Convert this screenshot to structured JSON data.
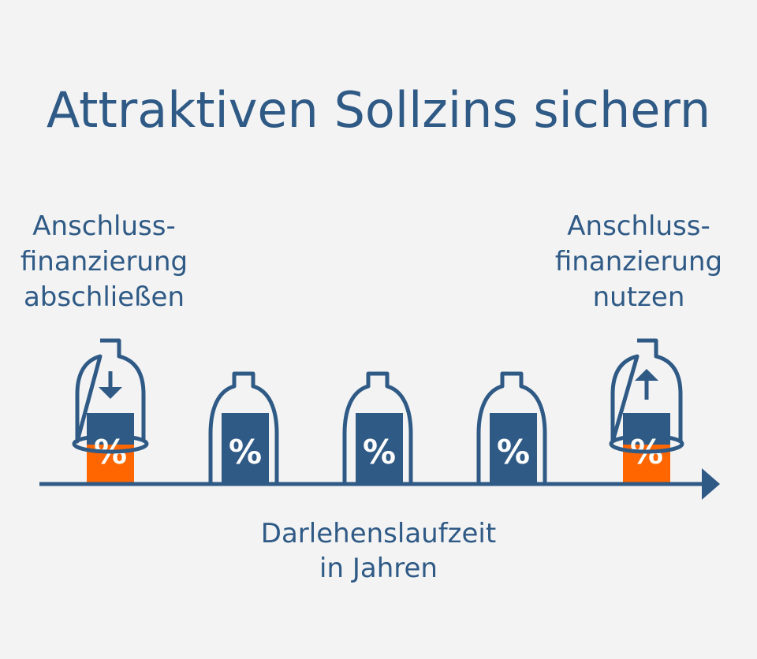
{
  "title": "Attraktiven Sollzins sichern",
  "left_label": [
    "Anschluss-",
    "finanzierung",
    "abschließen"
  ],
  "right_label": [
    "Anschluss-",
    "finanzierung",
    "nutzen"
  ],
  "axis_label": [
    "Darlehenslaufzeit",
    "in Jahren"
  ],
  "percent_symbol": "%",
  "colors": {
    "background": "#f3f3f3",
    "primary": "#2f5a86",
    "accent": "#ff6600",
    "white": "#ffffff"
  },
  "bells": [
    {
      "type": "start",
      "icon": "arrow-down-icon",
      "color": "primary"
    },
    {
      "type": "regular",
      "color": "primary"
    },
    {
      "type": "regular",
      "color": "primary"
    },
    {
      "type": "regular",
      "color": "primary"
    },
    {
      "type": "end",
      "icon": "arrow-up-icon",
      "color": "accent"
    }
  ]
}
